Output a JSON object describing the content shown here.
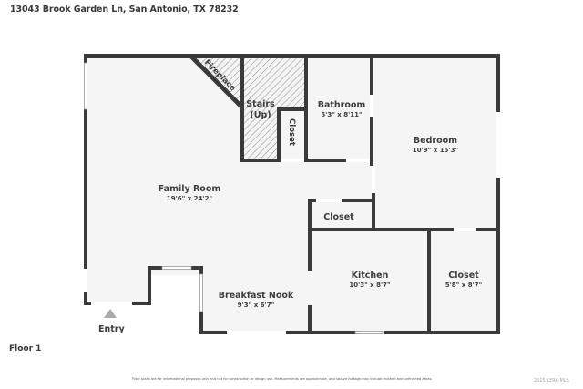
{
  "header": {
    "address": "13043 Brook Garden Ln, San Antonio, TX 78232"
  },
  "rooms": [
    {
      "id": "family-room",
      "name": "Family Room",
      "dims": "19'6\" x 24'2\""
    },
    {
      "id": "bathroom",
      "name": "Bathroom",
      "dims": "5'3\" x 8'11\""
    },
    {
      "id": "bedroom",
      "name": "Bedroom",
      "dims": "10'9\" x 15'3\""
    },
    {
      "id": "kitchen",
      "name": "Kitchen",
      "dims": "10'3\" x 8'7\""
    },
    {
      "id": "closet-right",
      "name": "Closet",
      "dims": "5'8\" x 8'7\""
    },
    {
      "id": "breakfast-nook",
      "name": "Breakfast Nook",
      "dims": "9'3\" x 6'7\""
    },
    {
      "id": "closet-middle",
      "name": "Closet"
    },
    {
      "id": "closet-stairs",
      "name": "Closet"
    }
  ],
  "features": {
    "fireplace": "Fireplace",
    "stairs_line1": "Stairs",
    "stairs_line2": "(Up)",
    "entry": "Entry"
  },
  "footer": {
    "floor_label": "Floor 1",
    "disclaimer": "Floor plans are for informational purposes only and not for construction or design use. Measurements are approximate, and square footage may include finished and unfinished areas.",
    "copyright": "2025 LERA MLS"
  },
  "colors": {
    "wall": "#3a3a3a",
    "floor": "#f5f5f5",
    "hatch": "#9a9a9a",
    "entry_marker": "#aaaaaa"
  }
}
